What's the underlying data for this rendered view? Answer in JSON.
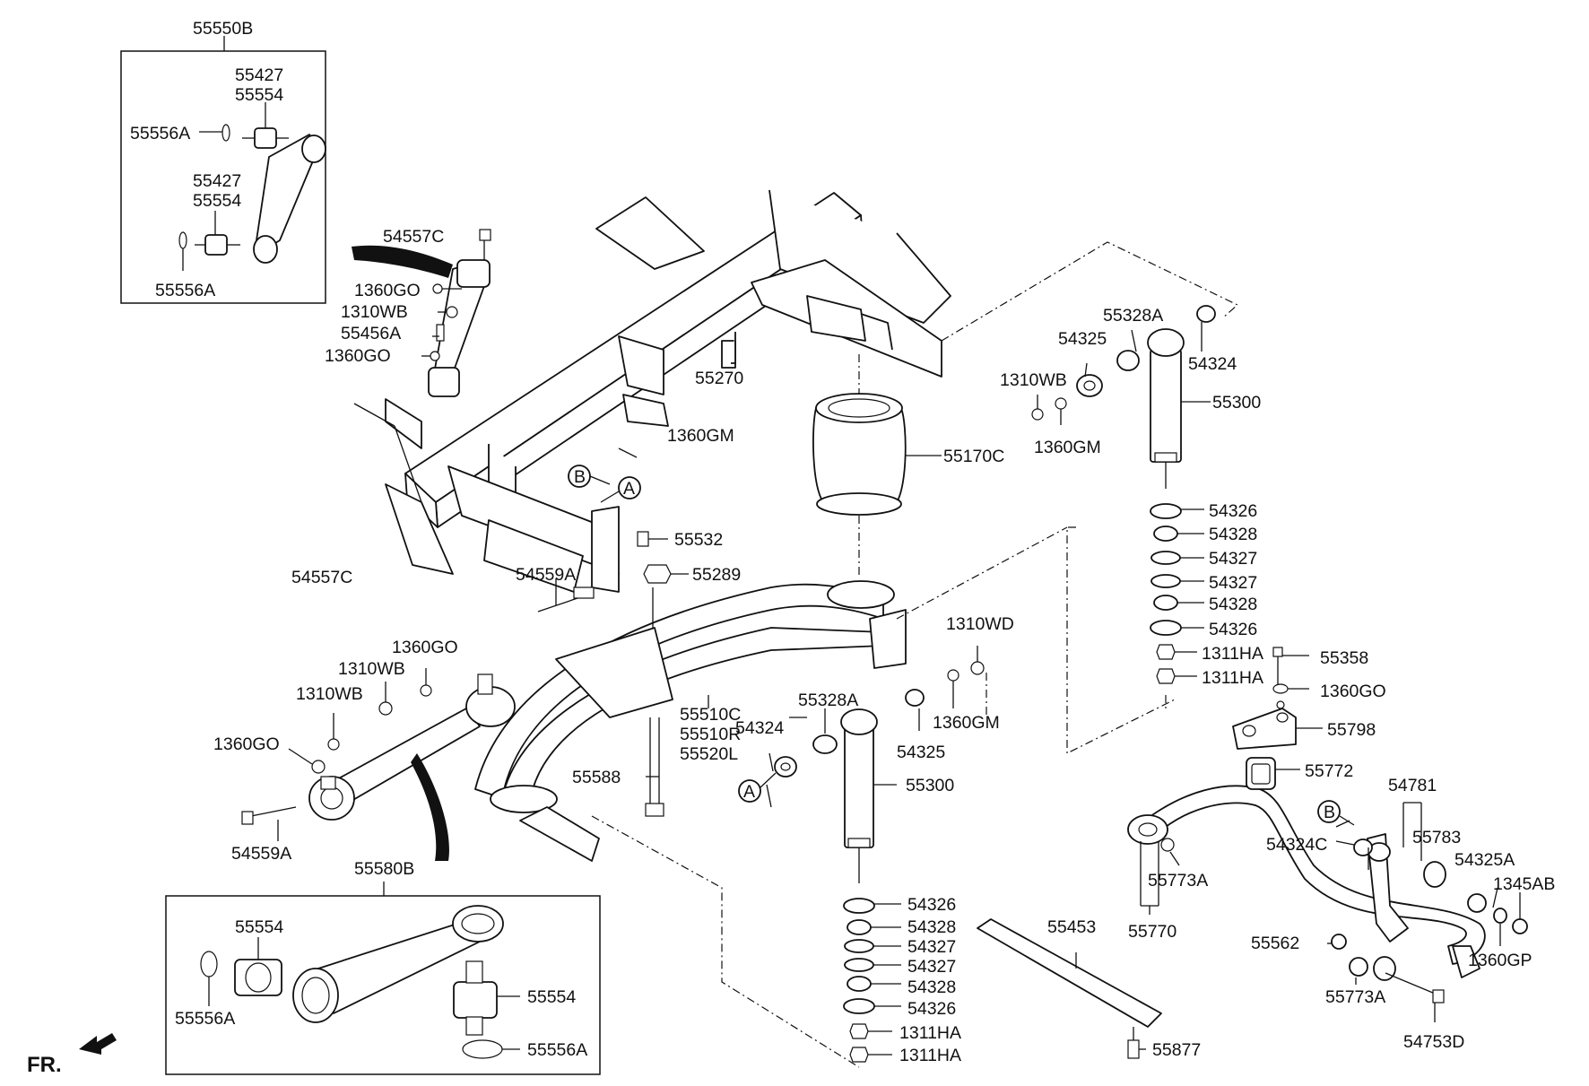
{
  "labels": {
    "kit_upper": "55550B",
    "u_55427_a": "55427",
    "u_55554_a": "55554",
    "u_55556A_a": "55556A",
    "u_55427_b": "55427",
    "u_55554_b": "55554",
    "u_55556A_b": "55556A",
    "l_54557C_top": "54557C",
    "l_1360GO_1": "1360GO",
    "l_1310WB_1": "1310WB",
    "l_55456A": "55456A",
    "l_1360GO_2": "1360GO",
    "l_55270": "55270",
    "l_1360GM_1": "1360GM",
    "l_B_1": "B",
    "l_A_1": "A",
    "l_55170C": "55170C",
    "l_55532": "55532",
    "l_55289": "55289",
    "l_54559A_1": "54559A",
    "l_54557C_low": "54557C",
    "l_1310WD": "1310WD",
    "l_1360GO_3": "1360GO",
    "l_1310WB_2": "1310WB",
    "l_1310WB_3": "1310WB",
    "l_1360GO_4": "1360GO",
    "l_55510C": "55510C",
    "l_55510R": "55510R",
    "l_55520L": "55520L",
    "l_55328A_1": "55328A",
    "l_54324_1": "54324",
    "l_1360GM_2": "1360GM",
    "l_54325_1": "54325",
    "l_55588": "55588",
    "l_A_2": "A",
    "l_55300_1": "55300",
    "l_54559A_2": "54559A",
    "kit_lower": "55580B",
    "k_55554_a": "55554",
    "k_55556A_a": "55556A",
    "k_55554_b": "55554",
    "k_55556A_b": "55556A",
    "fr": "FR.",
    "c_54326_a": "54326",
    "c_54328_a": "54328",
    "c_54327_a": "54327",
    "c_54327_b": "54327",
    "c_54328_b": "54328",
    "c_54326_b": "54326",
    "c_1311HA_a": "1311HA",
    "c_1311HA_b": "1311HA",
    "l_55453": "55453",
    "l_55877": "55877",
    "r_55328A": "55328A",
    "r_54325": "54325",
    "r_54324": "54324",
    "r_1310WB": "1310WB",
    "r_1360GM": "1360GM",
    "r_55300": "55300",
    "r_54326_a": "54326",
    "r_54328_a": "54328",
    "r_54327_a": "54327",
    "r_54327_b": "54327",
    "r_54328_b": "54328",
    "r_54326_b": "54326",
    "r_1311HA_a": "1311HA",
    "r_1311HA_b": "1311HA",
    "r_55358": "55358",
    "r_1360GO": "1360GO",
    "r_55798": "55798",
    "r_55772": "55772",
    "r_54781": "54781",
    "r_B": "B",
    "r_54324C": "54324C",
    "r_55783": "55783",
    "r_55773A_a": "55773A",
    "r_54325A": "54325A",
    "r_1345AB": "1345AB",
    "r_55770": "55770",
    "r_55562": "55562",
    "r_1360GP": "1360GP",
    "r_55773A_b": "55773A",
    "r_54753D": "54753D"
  }
}
